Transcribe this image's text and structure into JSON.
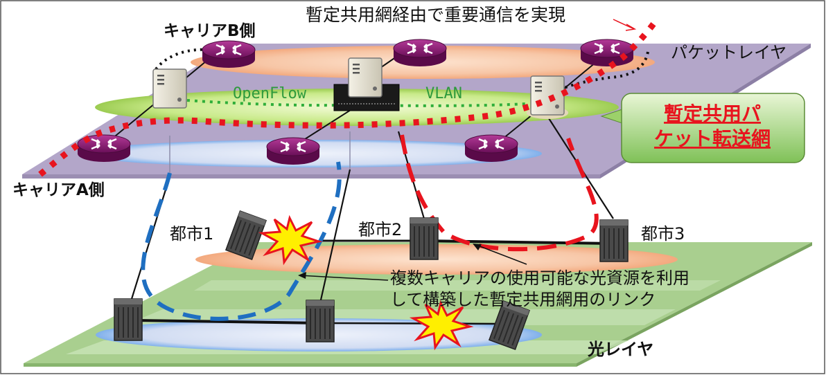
{
  "title": "暫定共用網経由で重要通信を実現",
  "labels": {
    "carrier_b": "キャリアB側",
    "carrier_a": "キャリアA側",
    "packet_layer": "パケットレイヤ",
    "optical_layer": "光レイヤ",
    "openflow": "OpenFlow",
    "vlan": "VLAN",
    "city1": "都市1",
    "city2": "都市2",
    "city3": "都市3"
  },
  "callout": {
    "line1": "暫定共用パ",
    "line2": "ケット転送網"
  },
  "note": {
    "line1": "複数キャリアの使用可能な光資源を利用",
    "line2": "して構築した暫定共用網用のリンク"
  },
  "colors": {
    "packet_plane": "#b3a6c9",
    "optical_plane": "#a9cf8f",
    "router": "#8b1a73",
    "callout_bg": "#7fc157",
    "callout_text": "#e8141e",
    "red_path": "#e8141e",
    "blue_path": "#1f6fc1",
    "green_path": "#2fae3a",
    "openflow_text": "#2e9a3c"
  }
}
